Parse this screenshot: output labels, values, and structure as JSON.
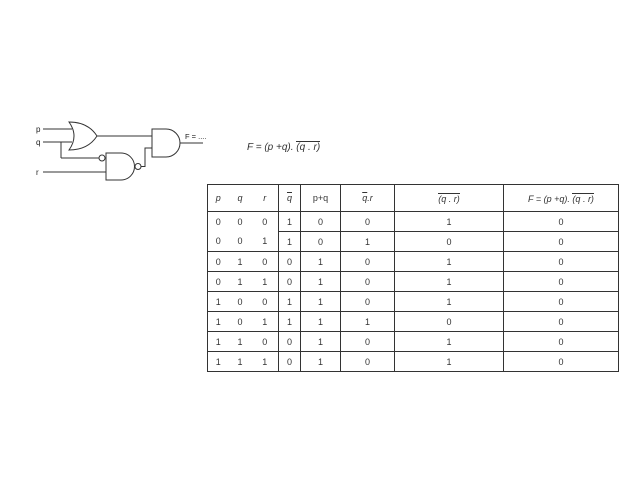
{
  "circuit": {
    "inputs": [
      "p",
      "q",
      "r"
    ],
    "output_label": "F = ....",
    "gates": [
      "OR",
      "NAND",
      "AND"
    ],
    "bubble_on_q_to_nand": true
  },
  "formula": {
    "lhs": "F = (p +q).",
    "rhs": "(q . r)",
    "rhs_q": "q",
    "rhs_rest": " . r)"
  },
  "table": {
    "headers": [
      "p",
      "q",
      "r",
      "q",
      "p+q",
      "q.r",
      "(q . r)",
      "F = (p +q). (q . r)"
    ],
    "header_parts": {
      "qbar": "q",
      "pq": "p+q",
      "qr_q": "q",
      "qr_rest": ".r",
      "nand_q": "q",
      "nand_rest": " . r)",
      "nand_open": "(",
      "f_lhs": "F = (p +q).",
      "f_q": "q",
      "f_rest": " . r)",
      "f_open": "("
    },
    "rows": [
      [
        "0",
        "0",
        "0",
        "1",
        "0",
        "0",
        "1",
        "0"
      ],
      [
        "0",
        "0",
        "1",
        "1",
        "0",
        "1",
        "0",
        "0"
      ],
      [
        "0",
        "1",
        "0",
        "0",
        "1",
        "0",
        "1",
        "0"
      ],
      [
        "0",
        "1",
        "1",
        "0",
        "1",
        "0",
        "1",
        "0"
      ],
      [
        "1",
        "0",
        "0",
        "1",
        "1",
        "0",
        "1",
        "0"
      ],
      [
        "1",
        "0",
        "1",
        "1",
        "1",
        "1",
        "0",
        "0"
      ],
      [
        "1",
        "1",
        "0",
        "0",
        "1",
        "0",
        "1",
        "0"
      ],
      [
        "1",
        "1",
        "1",
        "0",
        "1",
        "0",
        "1",
        "0"
      ]
    ]
  },
  "colors": {
    "line": "#333333",
    "text": "#333333",
    "background": "#ffffff"
  }
}
